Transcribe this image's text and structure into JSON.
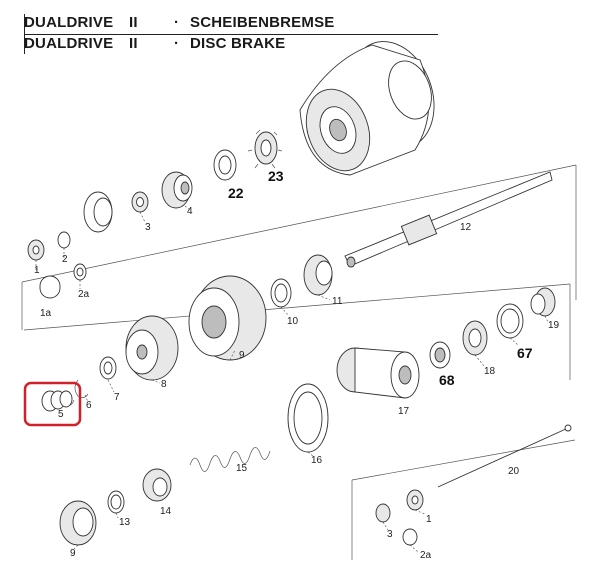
{
  "header": {
    "line1": {
      "brand": "DUALDRIVE",
      "model": "II",
      "sep": "·",
      "title": "SCHEIBENBREMSE"
    },
    "line2": {
      "brand": "DUALDRIVE",
      "model": "II",
      "sep": "·",
      "title": "DISC BRAKE"
    }
  },
  "labels": {
    "p1": "1",
    "p1a": "1a",
    "p2": "2",
    "p2a": "2a",
    "p3": "3",
    "p4": "4",
    "p22": "22",
    "p23": "23",
    "p12": "12",
    "p11": "11",
    "p10": "10",
    "p9": "9",
    "p8": "8",
    "p7": "7",
    "p6": "6",
    "p5": "5",
    "p19": "19",
    "p67": "67",
    "p68": "68",
    "p18": "18",
    "p17": "17",
    "p16": "16",
    "p15": "15",
    "p14": "14",
    "p13": "13",
    "p9b": "9",
    "p20": "20",
    "p3b": "3",
    "p1b": "1",
    "p2ab": "2a"
  },
  "colors": {
    "highlight": "#d0202a",
    "ink": "#333333"
  }
}
